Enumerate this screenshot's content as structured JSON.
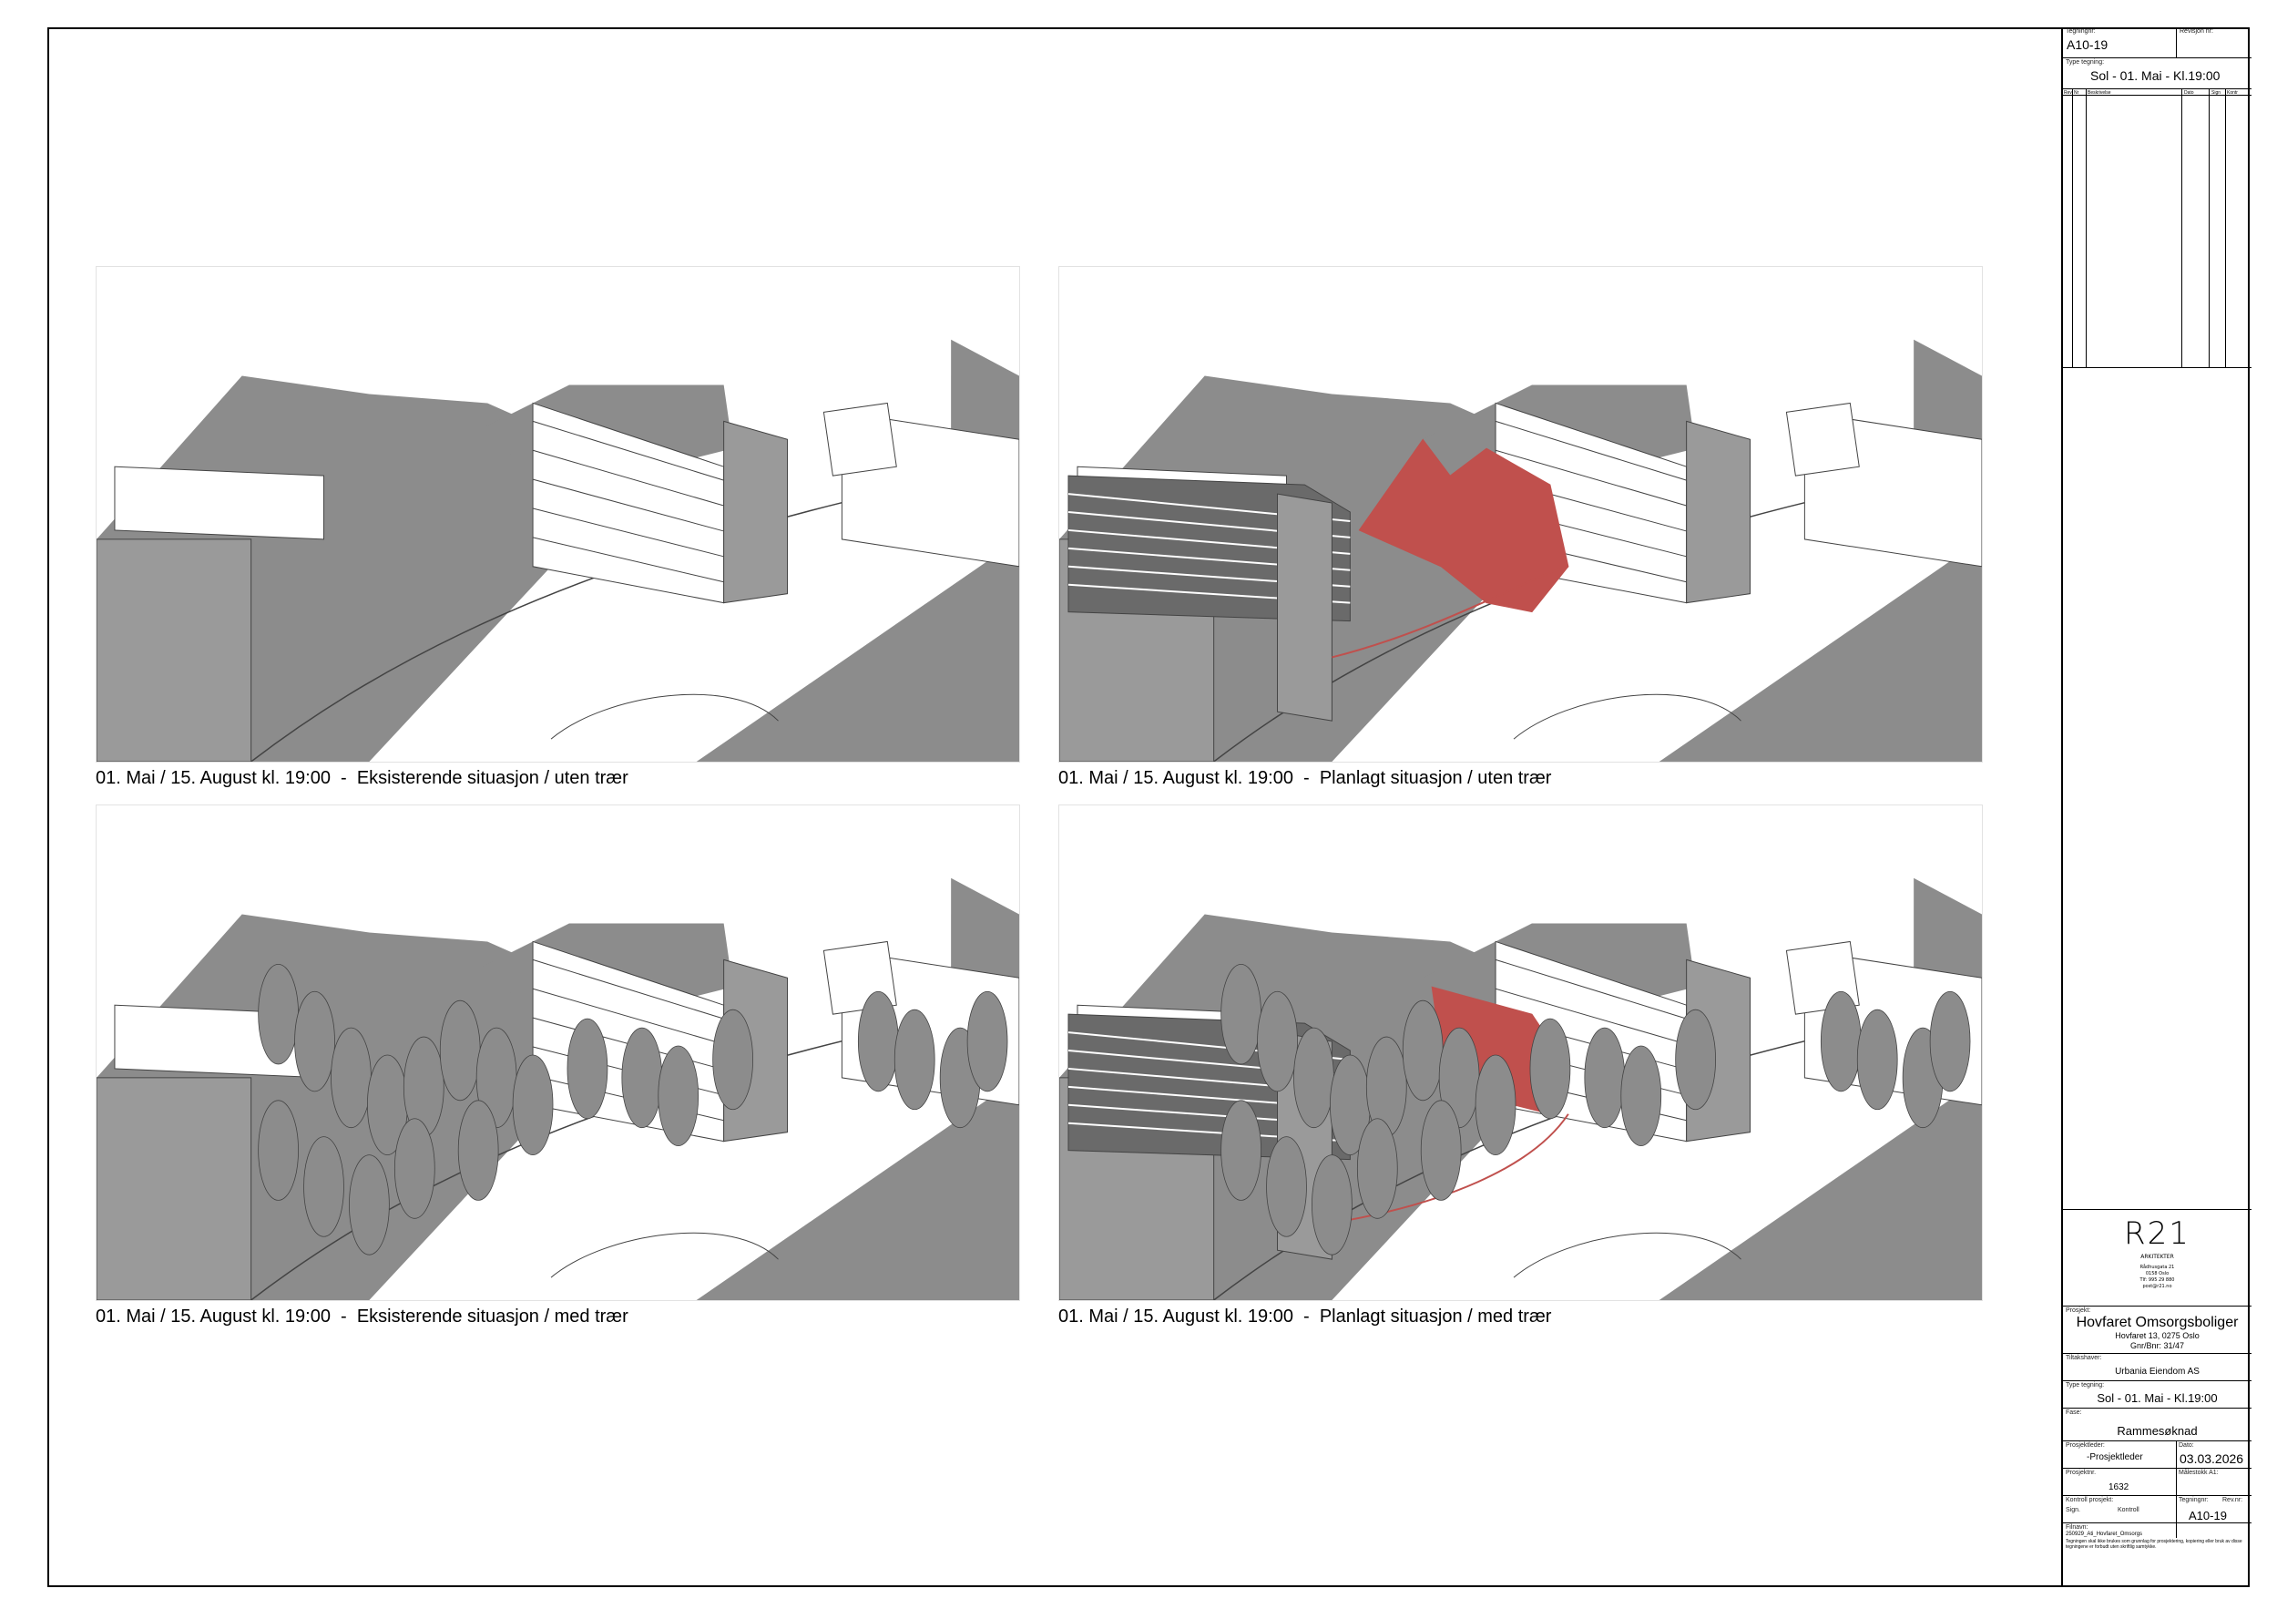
{
  "panels": [
    {
      "caption": "01. Mai / 15. August kl. 19:00  -  Eksisterende situasjon / uten trær",
      "variant": "existing",
      "trees": false
    },
    {
      "caption": "01. Mai / 15. August kl. 19:00  -  Planlagt situasjon / uten trær",
      "variant": "planned",
      "trees": false
    },
    {
      "caption": "01. Mai / 15. August kl. 19:00  -  Eksisterende situasjon / med trær",
      "variant": "existing",
      "trees": true
    },
    {
      "caption": "01. Mai / 15. August kl. 19:00  -  Planlagt situasjon / med trær",
      "variant": "planned",
      "trees": true
    }
  ],
  "colors": {
    "shadow": "#8c8c8c",
    "highlight": "#c0504d",
    "line": "#444444"
  },
  "title_block": {
    "tegningnr_label": "Tegningnr:",
    "tegningnr": "A10-19",
    "revisjon_label": "Revisjon nr:",
    "type_label": "Type tegning:",
    "type": "Sol - 01. Mai  - Kl.19:00",
    "rev_headers": [
      "Rev",
      "Nr",
      "Beskrivelse",
      "Dato",
      "Sign",
      "Kontr"
    ],
    "logo": "R21",
    "logo_sub": "ARKITEKTER",
    "address": [
      "Rådhusgata 21",
      "0158 Oslo",
      "Tlf: 995 29 880",
      "post@r21.no"
    ],
    "prosjekt_label": "Prosjekt:",
    "prosjekt": "Hovfaret Omsorgsboliger",
    "prosjekt_addr": "Hovfaret 13, 0275 Oslo",
    "gnr": "Gnr/Bnr: 31/47",
    "tiltakshaver_label": "Tiltakshaver:",
    "tiltakshaver": "Urbania Eiendom AS",
    "type2_label": "Type tegning:",
    "type2": "Sol - 01. Mai  - Kl.19:00",
    "fase_label": "Fase:",
    "fase": "Rammesøknad",
    "prosjektleder_label": "Prosjektleder:",
    "prosjektleder": "-Prosjektleder",
    "dato_label": "Dato:",
    "dato": "03.03.2026",
    "prosjektnr_label": "Prosjektnr.",
    "prosjektnr": "1632",
    "malestokk_label": "Målestokk A1:",
    "kontroll_label": "Kontroll prosjekt:",
    "sign_label": "Sign.",
    "kontroll2_label": "Kontroll",
    "tegningnr2_label": "Tegningnr:",
    "revnr2_label": "Rev.nr:",
    "tegningnr2": "A10-19",
    "filnavn_label": "Filnavn:",
    "filnavn": "250929_Ati_Hovfaret_Omsorgs",
    "disclaimer": "Tegningen skal ikke brukes som grunnlag for prosjektering, kopiering eller bruk av disse tegningene er forbudt uten skriftlig samtykke."
  }
}
